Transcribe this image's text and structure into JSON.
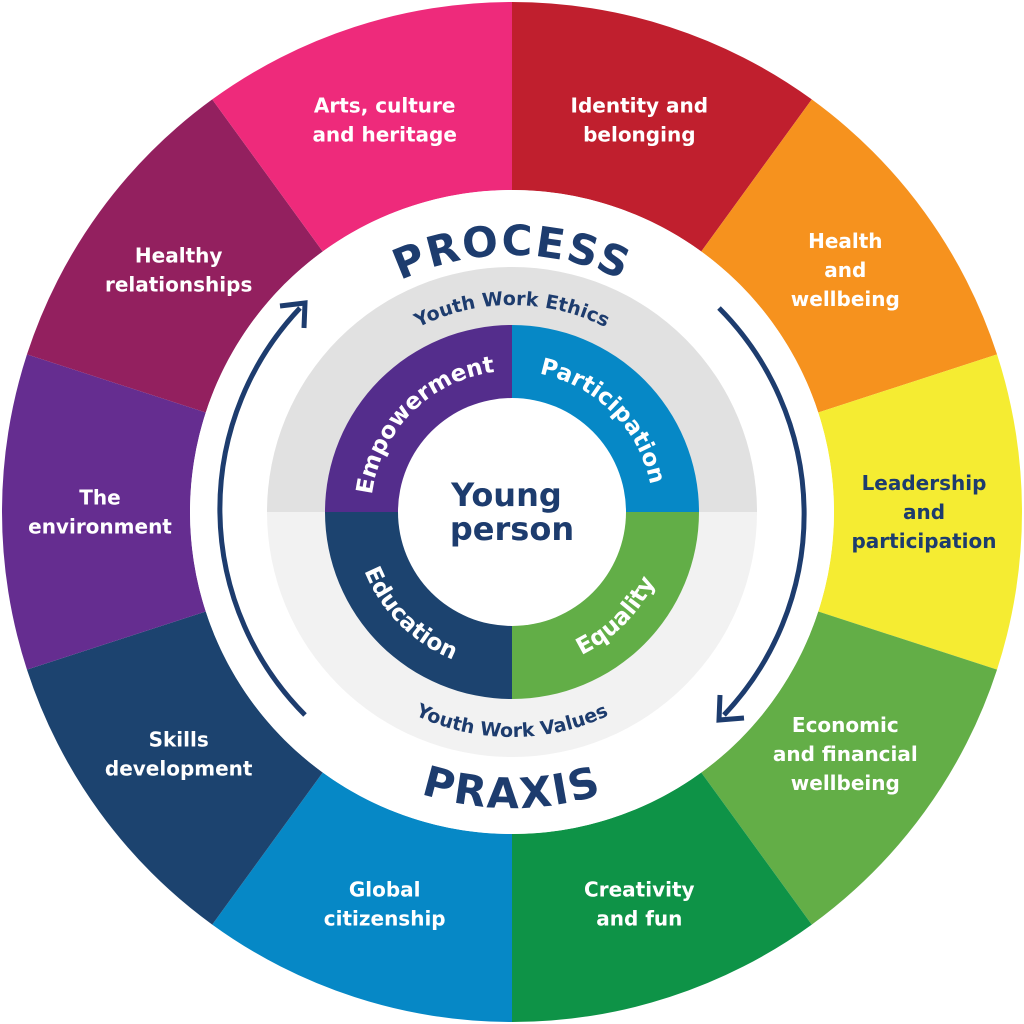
{
  "title": "Youth work wheel",
  "center": {
    "line1": "Young",
    "line2": "person"
  },
  "process_label": "PROCESS",
  "praxis_label": "PRAXIS",
  "ethics_label": "Youth Work Ethics",
  "values_label": "Youth Work Values",
  "quadrants": [
    {
      "label": "Empowerment",
      "color": "#542d8c"
    },
    {
      "label": "Participation",
      "color": "#0688c6"
    },
    {
      "label": "Education",
      "color": "#1c436f"
    },
    {
      "label": "Equality",
      "color": "#62ae47"
    }
  ],
  "segments": [
    {
      "lines": [
        "Identity and",
        "belonging"
      ],
      "color": "#c01f2e",
      "text_color": "#ffffff"
    },
    {
      "lines": [
        "Health",
        "and",
        "wellbeing"
      ],
      "color": "#f6921e",
      "text_color": "#ffffff"
    },
    {
      "lines": [
        "Leadership",
        "and",
        "participation"
      ],
      "color": "#f5ec32",
      "text_color": "#1d3c6e"
    },
    {
      "lines": [
        "Economic",
        "and financial",
        "wellbeing"
      ],
      "color": "#63ae47",
      "text_color": "#ffffff"
    },
    {
      "lines": [
        "Creativity",
        "and fun"
      ],
      "color": "#0e9347",
      "text_color": "#ffffff"
    },
    {
      "lines": [
        "Global",
        "citizenship"
      ],
      "color": "#0688c6",
      "text_color": "#ffffff"
    },
    {
      "lines": [
        "Skills",
        "development"
      ],
      "color": "#1c436f",
      "text_color": "#ffffff"
    },
    {
      "lines": [
        "The",
        "environment"
      ],
      "color": "#652d90",
      "text_color": "#ffffff"
    },
    {
      "lines": [
        "Healthy",
        "relationships"
      ],
      "color": "#93205f",
      "text_color": "#ffffff"
    },
    {
      "lines": [
        "Arts, culture",
        "and heritage"
      ],
      "color": "#ee2a7b",
      "text_color": "#ffffff"
    }
  ],
  "colors": {
    "navy": "#1d3c6e",
    "grey_top": "#e1e1e1",
    "grey_bottom": "#f2f2f2"
  }
}
